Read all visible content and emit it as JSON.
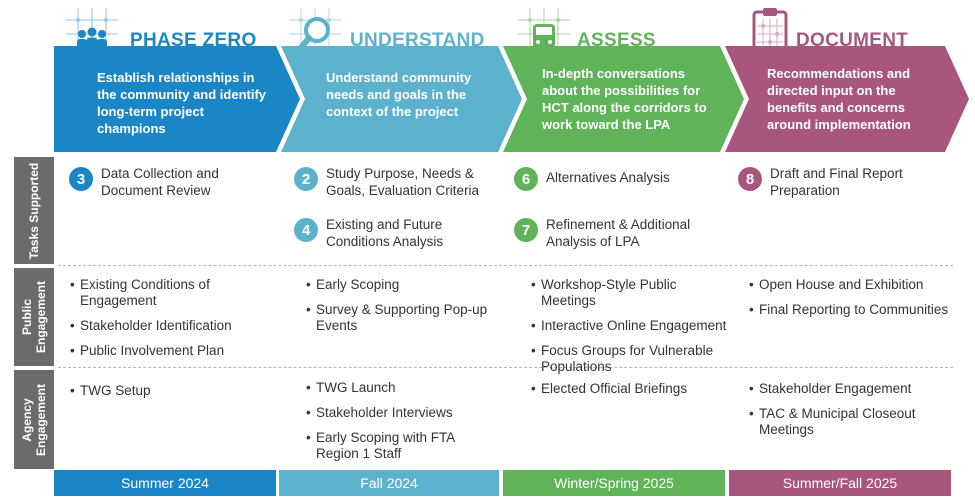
{
  "phases": [
    {
      "title": "PHASE ZERO",
      "icon": "people-network-icon",
      "color": "#1a86c6",
      "text": "Establish relationships in the community and identify long-term project champions"
    },
    {
      "title": "UNDERSTAND",
      "icon": "magnifier-network-icon",
      "color": "#5cb2cc",
      "text": "Understand community needs and goals in the context of the project"
    },
    {
      "title": "ASSESS",
      "icon": "transit-network-icon",
      "color": "#5fb45a",
      "text": "In-depth conversations about the possibilities for HCT along the corridors to work toward the LPA"
    },
    {
      "title": "DOCUMENT",
      "icon": "clipboard-network-icon",
      "color": "#a8567e",
      "text": "Recommendations and directed input on the benefits and concerns around implementation"
    }
  ],
  "row_labels": {
    "tasks": "Tasks Supported",
    "public_line1": "Public",
    "public_line2": "Engagement",
    "agency_line1": "Agency",
    "agency_line2": "Engagement"
  },
  "tasks": [
    [
      {
        "num": "3",
        "text": "Data Collection and Document Review"
      }
    ],
    [
      {
        "num": "2",
        "text": "Study Purpose, Needs & Goals, Evaluation Criteria"
      },
      {
        "num": "4",
        "text": "Existing and Future Conditions Analysis"
      }
    ],
    [
      {
        "num": "6",
        "text": "Alternatives Analysis"
      },
      {
        "num": "7",
        "text": "Refinement & Additional Analysis of LPA"
      }
    ],
    [
      {
        "num": "8",
        "text": "Draft and Final Report Preparation"
      }
    ]
  ],
  "public_engagement": [
    [
      "Existing Conditions of Engagement",
      "Stakeholder Identification",
      "Public Involvement Plan"
    ],
    [
      "Early Scoping",
      "Survey & Supporting Pop-up Events"
    ],
    [
      "Workshop-Style Public Meetings",
      "Interactive Online Engagement",
      "Focus Groups for Vulnerable Populations"
    ],
    [
      "Open House and Exhibition",
      "Final Reporting to Communities"
    ]
  ],
  "agency_engagement": [
    [
      "TWG Setup"
    ],
    [
      "TWG Launch",
      "Stakeholder Interviews",
      "Early Scoping with FTA Region 1 Staff"
    ],
    [
      "Elected Official Briefings"
    ],
    [
      "Stakeholder Engagement",
      "TAC & Municipal Closeout Meetings"
    ]
  ],
  "timeline": [
    {
      "label": "Summer 2024",
      "color": "#1a86c6"
    },
    {
      "label": "Fall 2024",
      "color": "#5cb2cc"
    },
    {
      "label": "Winter/Spring 2025",
      "color": "#5fb45a"
    },
    {
      "label": "Summer/Fall 2025",
      "color": "#a8567e"
    }
  ]
}
